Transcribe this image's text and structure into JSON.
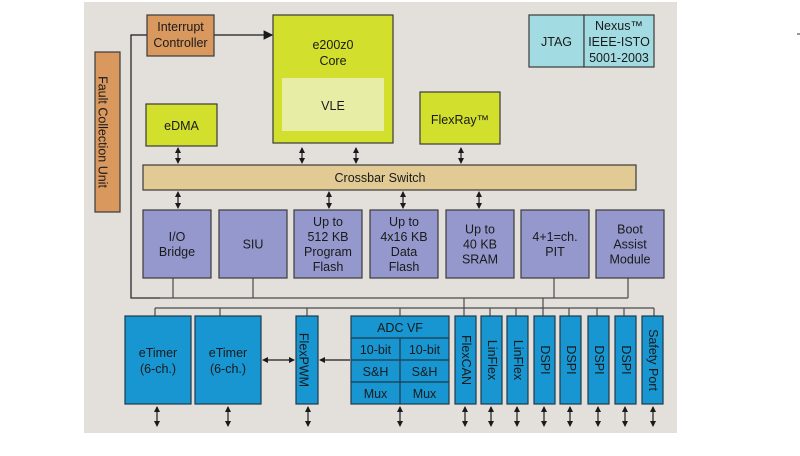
{
  "diagram": {
    "title": "MCU block diagram",
    "colors": {
      "background": "#e3e0dc",
      "orange": "#d9985e",
      "lime": "#d2df2c",
      "lime_inner": "#e8eda6",
      "tan": "#e1ca93",
      "lavender": "#9498cc",
      "cyan": "#a3dbe3",
      "blue": "#1796d2",
      "line": "#4a4a4a"
    },
    "fault_collection": {
      "label": "Fault Collection Unit"
    },
    "interrupt_controller": {
      "line1": "Interrupt",
      "line2": "Controller"
    },
    "core": {
      "line1": "e200z0",
      "line2": "Core",
      "inner": "VLE"
    },
    "edma": {
      "label": "eDMA"
    },
    "flexray": {
      "label": "FlexRay™"
    },
    "debug": {
      "jtag": "JTAG",
      "nexus": {
        "line1": "Nexus™",
        "line2": "IEEE-ISTO",
        "line3": "5001-2003"
      }
    },
    "crossbar": {
      "label": "Crossbar Switch"
    },
    "mid_blocks": [
      {
        "lines": [
          "I/O",
          "Bridge"
        ]
      },
      {
        "lines": [
          "SIU"
        ]
      },
      {
        "lines": [
          "Up to",
          "512 KB",
          "Program",
          "Flash"
        ]
      },
      {
        "lines": [
          "Up to",
          "4x16 KB",
          "Data",
          "Flash"
        ]
      },
      {
        "lines": [
          "Up to",
          "40 KB",
          "SRAM"
        ]
      },
      {
        "lines": [
          "4+1=ch.",
          "PIT"
        ]
      },
      {
        "lines": [
          "Boot",
          "Assist",
          "Module"
        ]
      }
    ],
    "etimers": [
      {
        "line1": "eTimer",
        "line2": "(6-ch.)"
      },
      {
        "line1": "eTimer",
        "line2": "(6-ch.)"
      }
    ],
    "flexpwm": {
      "label": "FlexPWM"
    },
    "adc": {
      "title": "ADC VF",
      "rows": [
        [
          "10-bit",
          "10-bit"
        ],
        [
          "S&H",
          "S&H"
        ],
        [
          "Mux",
          "Mux"
        ]
      ]
    },
    "vertical_peripherals": [
      {
        "label": "FlexCAN"
      },
      {
        "label": "LinFlex"
      },
      {
        "label": "LinFlex"
      },
      {
        "label": "DSPI"
      },
      {
        "label": "DSPI"
      },
      {
        "label": "DSPI"
      },
      {
        "label": "DSPI"
      },
      {
        "label": "Safety Port"
      }
    ]
  }
}
